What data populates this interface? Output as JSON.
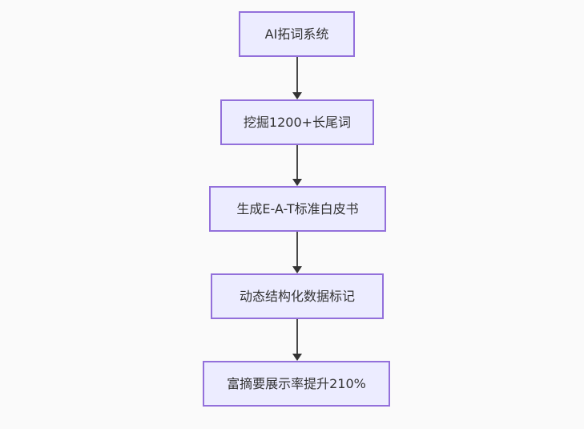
{
  "diagram": {
    "type": "flowchart",
    "direction": "top-down",
    "nodes": [
      {
        "id": "n1",
        "label": "AI拓词系统"
      },
      {
        "id": "n2",
        "label": "挖掘1200+长尾词"
      },
      {
        "id": "n3",
        "label": "生成E-A-T标准白皮书"
      },
      {
        "id": "n4",
        "label": "动态结构化数据标记"
      },
      {
        "id": "n5",
        "label": "富摘要展示率提升210%"
      }
    ],
    "edges": [
      {
        "from": "n1",
        "to": "n2"
      },
      {
        "from": "n2",
        "to": "n3"
      },
      {
        "from": "n3",
        "to": "n4"
      },
      {
        "from": "n4",
        "to": "n5"
      }
    ],
    "colors": {
      "node_fill": "#ECECFF",
      "node_border": "#9370DB",
      "edge_line": "#484848",
      "arrowhead": "#333333",
      "text": "#333333",
      "background": "#FAFAFA"
    }
  }
}
